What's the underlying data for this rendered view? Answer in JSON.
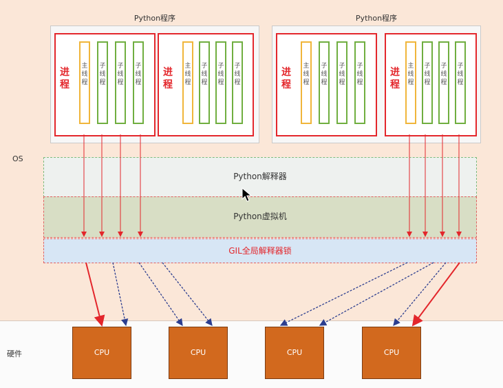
{
  "programs": [
    {
      "title": "Python程序",
      "processes": [
        {
          "label": "进程",
          "threads": [
            "主线程",
            "子线程",
            "子线程",
            "子线程"
          ]
        },
        {
          "label": "进程",
          "threads": [
            "主线程",
            "子线程",
            "子线程",
            "子线程"
          ]
        }
      ]
    },
    {
      "title": "Python程序",
      "processes": [
        {
          "label": "进程",
          "threads": [
            "主线程",
            "子线程",
            "子线程",
            "子线程"
          ]
        },
        {
          "label": "进程",
          "threads": [
            "主线程",
            "子线程",
            "子线程",
            "子线程"
          ]
        }
      ]
    }
  ],
  "os_label": "OS",
  "hardware_label": "硬件",
  "layers": {
    "interpreter": "Python解释器",
    "vm": "Python虚拟机",
    "gil": "GIL全局解释器锁"
  },
  "cpus": [
    "CPU",
    "CPU",
    "CPU",
    "CPU"
  ],
  "colors": {
    "process_border": "#e3262b",
    "main_thread": "#f0b53a",
    "sub_thread": "#6fae3f",
    "cpu_fill": "#d2691e",
    "arrow_red": "#e3262b",
    "arrow_blue": "#2c3e8f"
  }
}
